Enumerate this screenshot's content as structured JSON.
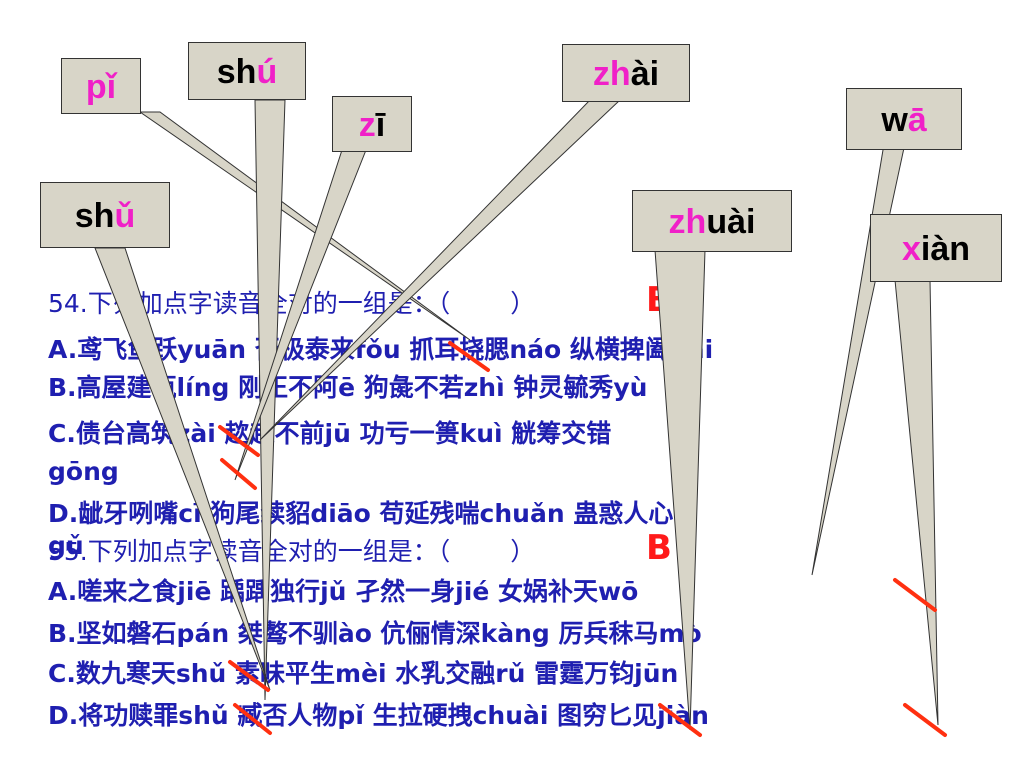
{
  "q54": {
    "stem": "54.下列加点字读音全对的一组是：（",
    "close": "）",
    "answer": "B",
    "A": "A.鸢飞鱼跃yuān 否极泰来fǒu 抓耳挠腮náo 纵横捭阖bǎi",
    "B": "B.高屋建瓴líng 刚正不阿ē 狗彘不若zhì 钟灵毓秀yù",
    "C": "C.债台高筑zài 趑趄不前jū 功亏一篑kuì 觥筹交错",
    "C2": "gōng",
    "D": "D.龇牙咧嘴cī 狗尾续貂diāo 苟延残喘chuǎn 蛊惑人心",
    "D2": "gǔ"
  },
  "q55": {
    "stem": "55.下列加点字读音全对的一组是：（",
    "close": "）",
    "answer": "B",
    "A": "A.嗟来之食jiē 踽踽独行jǔ 孑然一身jié 女娲补天wō",
    "B": "B.坚如磐石pán 桀骜不驯ào 伉俪情深kàng 厉兵秣马mò",
    "C": "C.数九寒天shǔ 素昧平生mèi 水乳交融rǔ 雷霆万钧jūn",
    "D": "D.将功赎罪shǔ 臧否人物pǐ 生拉硬拽chuài 图穷匕见jiàn"
  },
  "callouts": {
    "pi": {
      "a": "p",
      "b": "ǐ"
    },
    "shu2": {
      "a": "sh",
      "b": "ú"
    },
    "zi": {
      "a": "z",
      "b": "ī"
    },
    "zhai": {
      "a": "zh",
      "b": "ài"
    },
    "wa": {
      "a": "w",
      "b": "ā"
    },
    "shu3": {
      "a": "sh",
      "b": "ǔ"
    },
    "zhuai": {
      "a": "zh",
      "b": "uài"
    },
    "xian": {
      "a": "x",
      "b": "iàn"
    }
  },
  "colors": {
    "text": "#1f1fb0",
    "answer": "#ff1a1a",
    "initial": "#f020c8",
    "callout_bg": "#d8d5c8",
    "strike": "#ff3010"
  }
}
